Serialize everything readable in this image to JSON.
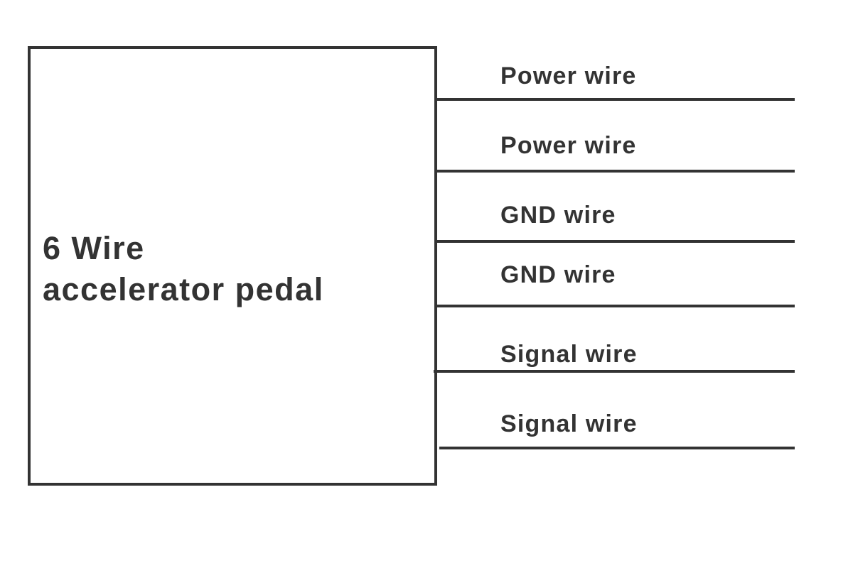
{
  "diagram": {
    "stroke_color": "#333333",
    "background_color": "#ffffff",
    "component": {
      "title_line1": "6 Wire",
      "title_line2": "accelerator pedal"
    },
    "wires": [
      {
        "label": "Power wire"
      },
      {
        "label": "Power wire"
      },
      {
        "label": "GND wire"
      },
      {
        "label": "GND wire"
      },
      {
        "label": "Signal wire"
      },
      {
        "label": "Signal wire"
      }
    ]
  }
}
